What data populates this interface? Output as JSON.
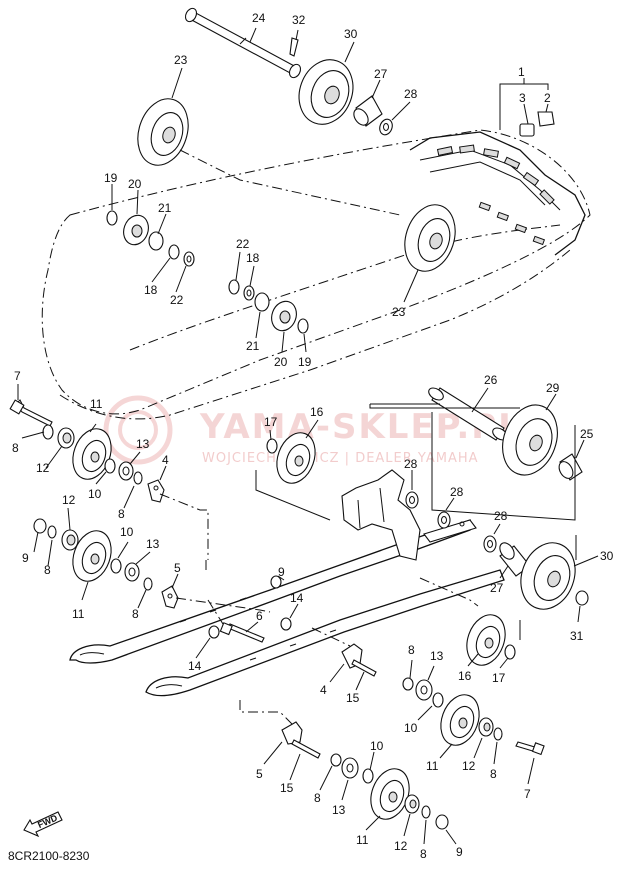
{
  "diagram_code": "8CR2100-8230",
  "fwd_label": "FWD",
  "watermark": {
    "line1": "YAMA-SKLEP.PL",
    "line2": "WOJCIECH ŻYWICZ | DEALER YAMAHA"
  },
  "callouts": [
    {
      "text": "1"
    },
    {
      "text": "2"
    },
    {
      "text": "3"
    },
    {
      "text": "4"
    },
    {
      "text": "4"
    },
    {
      "text": "5"
    },
    {
      "text": "5"
    },
    {
      "text": "6"
    },
    {
      "text": "7"
    },
    {
      "text": "7"
    },
    {
      "text": "8"
    },
    {
      "text": "8"
    },
    {
      "text": "8"
    },
    {
      "text": "8"
    },
    {
      "text": "8"
    },
    {
      "text": "8"
    },
    {
      "text": "8"
    },
    {
      "text": "8"
    },
    {
      "text": "9"
    },
    {
      "text": "9"
    },
    {
      "text": "9"
    },
    {
      "text": "10"
    },
    {
      "text": "10"
    },
    {
      "text": "10"
    },
    {
      "text": "10"
    },
    {
      "text": "11"
    },
    {
      "text": "11"
    },
    {
      "text": "11"
    },
    {
      "text": "11"
    },
    {
      "text": "12"
    },
    {
      "text": "12"
    },
    {
      "text": "12"
    },
    {
      "text": "12"
    },
    {
      "text": "13"
    },
    {
      "text": "13"
    },
    {
      "text": "13"
    },
    {
      "text": "13"
    },
    {
      "text": "14"
    },
    {
      "text": "14"
    },
    {
      "text": "15"
    },
    {
      "text": "15"
    },
    {
      "text": "16"
    },
    {
      "text": "16"
    },
    {
      "text": "17"
    },
    {
      "text": "17"
    },
    {
      "text": "18"
    },
    {
      "text": "18"
    },
    {
      "text": "19"
    },
    {
      "text": "19"
    },
    {
      "text": "20"
    },
    {
      "text": "20"
    },
    {
      "text": "21"
    },
    {
      "text": "21"
    },
    {
      "text": "22"
    },
    {
      "text": "22"
    },
    {
      "text": "23"
    },
    {
      "text": "23"
    },
    {
      "text": "24"
    },
    {
      "text": "25"
    },
    {
      "text": "26"
    },
    {
      "text": "27"
    },
    {
      "text": "27"
    },
    {
      "text": "28"
    },
    {
      "text": "28"
    },
    {
      "text": "28"
    },
    {
      "text": "28"
    },
    {
      "text": "29"
    },
    {
      "text": "30"
    },
    {
      "text": "30"
    },
    {
      "text": "31"
    },
    {
      "text": "32"
    }
  ]
}
